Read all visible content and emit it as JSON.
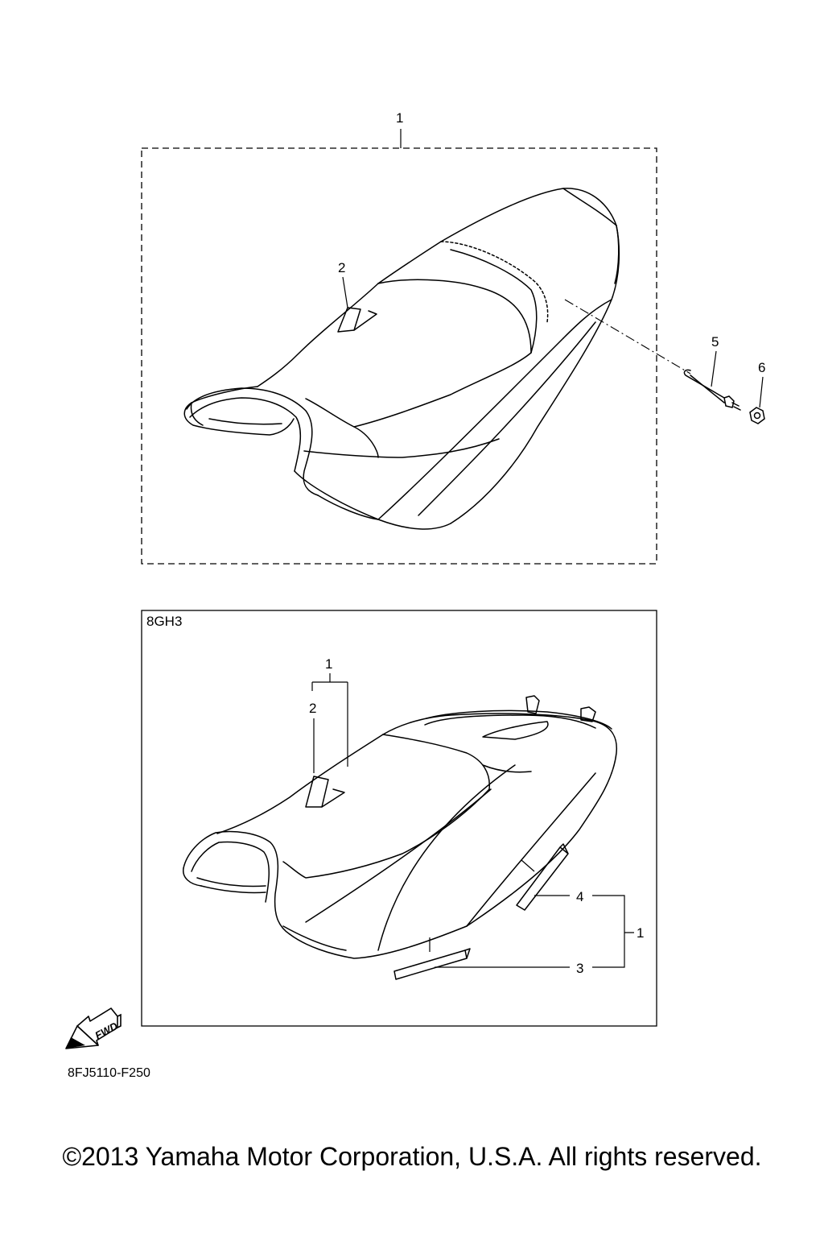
{
  "top_assembly": {
    "callouts": {
      "part_1": "1",
      "part_2": "2",
      "part_5": "5",
      "part_6": "6"
    }
  },
  "bottom_assembly": {
    "model_code": "8GH3",
    "callouts": {
      "part_1_upper": "1",
      "part_2": "2",
      "part_4": "4",
      "part_3": "3",
      "part_1_right": "1"
    }
  },
  "fwd_arrow": {
    "label": "FWD",
    "icon": "fwd-arrow-icon"
  },
  "diagram_code": "8FJ5110-F250",
  "copyright": "©2013 Yamaha Motor Corporation, U.S.A. All rights reserved."
}
